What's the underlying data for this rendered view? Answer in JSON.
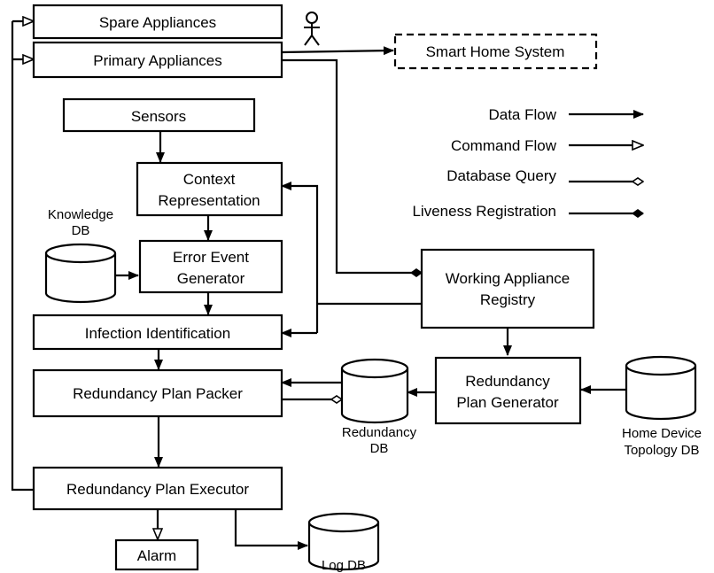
{
  "boxes": {
    "spare_appliances": "Spare Appliances",
    "primary_appliances": "Primary Appliances",
    "smart_home_system": "Smart Home System",
    "sensors": "Sensors",
    "context_representation": [
      "Context",
      "Representation"
    ],
    "error_event_generator": [
      "Error Event",
      "Generator"
    ],
    "infection_identification": "Infection Identification",
    "redundancy_plan_packer": "Redundancy Plan Packer",
    "redundancy_plan_executor": "Redundancy Plan Executor",
    "alarm": "Alarm",
    "working_appliance_registry": [
      "Working Appliance",
      "Registry"
    ],
    "redundancy_plan_generator": [
      "Redundancy",
      "Plan Generator"
    ]
  },
  "databases": {
    "knowledge_db": [
      "Knowledge",
      "DB"
    ],
    "redundancy_db": [
      "Redundancy",
      "DB"
    ],
    "home_device_topology_db": [
      "Home Device",
      "Topology DB"
    ],
    "log_db": "Log DB"
  },
  "legend": {
    "data_flow": "Data Flow",
    "command_flow": "Command Flow",
    "database_query": "Database Query",
    "liveness_registration": "Liveness Registration"
  },
  "actor_icon": "stick-figure-actor-icon"
}
